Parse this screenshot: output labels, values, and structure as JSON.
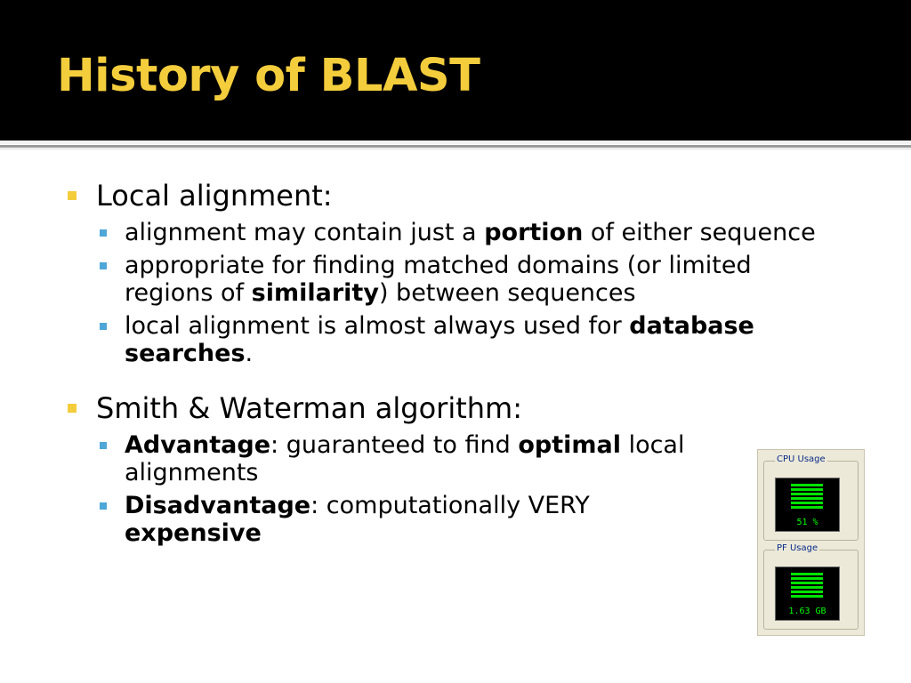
{
  "slide": {
    "title": "History of BLAST",
    "colors": {
      "title_bg": "#000000",
      "title_text": "#f4cd3c",
      "bullet_l1": "#f4cd3c",
      "bullet_l2": "#4ea7d6"
    },
    "sections": [
      {
        "heading": "Local alignment:",
        "items": [
          {
            "pre": "alignment may contain just a ",
            "bold": "portion",
            "post": " of either sequence"
          },
          {
            "pre": "appropriate for finding matched domains (or limited regions of ",
            "bold": "similarity",
            "post": ") between sequences"
          },
          {
            "pre": "local alignment is almost always used for ",
            "bold": "database searches",
            "post": "."
          }
        ]
      },
      {
        "heading": "Smith & Waterman algorithm:",
        "items": [
          {
            "bold1": "Advantage",
            "mid": ": guaranteed to find ",
            "bold2": "optimal",
            "post": " local alignments"
          },
          {
            "bold1": "Disadvantage",
            "mid": ": computationally VERY ",
            "bold2": "expensive",
            "post": ""
          }
        ]
      }
    ]
  },
  "task_monitor": {
    "cpu_label": "CPU Usage",
    "cpu_value": "51 %",
    "pf_label": "PF Usage",
    "pf_value": "1.63 GB",
    "graph_color": "#00e400"
  }
}
